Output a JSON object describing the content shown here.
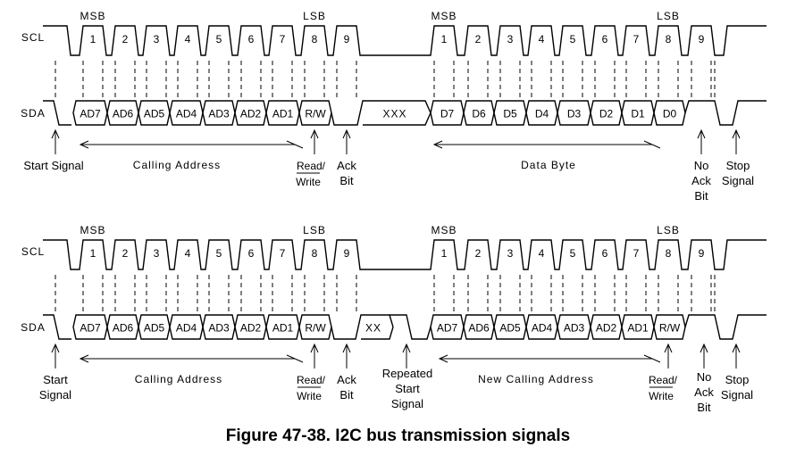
{
  "caption": "Figure 47-38. I2C bus transmission signals",
  "diagram_top": {
    "scl_label": "SCL",
    "sda_label": "SDA",
    "msb_left": "MSB",
    "lsb_left": "LSB",
    "msb_right": "MSB",
    "lsb_right": "LSB",
    "clock_numbers_first": [
      "1",
      "2",
      "3",
      "4",
      "5",
      "6",
      "7",
      "8",
      "9"
    ],
    "clock_numbers_second": [
      "1",
      "2",
      "3",
      "4",
      "5",
      "6",
      "7",
      "8",
      "9"
    ],
    "bits_first": [
      "AD7",
      "AD6",
      "AD5",
      "AD4",
      "AD3",
      "AD2",
      "AD1",
      "R/W"
    ],
    "gap_label": "XXX",
    "bits_second": [
      "D7",
      "D6",
      "D5",
      "D4",
      "D3",
      "D2",
      "D1",
      "D0"
    ],
    "start_label": "Start Signal",
    "calling_address": "Calling Address",
    "read_write_1": "Read/",
    "read_write_2": "Write",
    "ack_1": "Ack",
    "ack_2": "Bit",
    "data_byte": "Data Byte",
    "no_ack_1": "No",
    "no_ack_2": "Ack",
    "no_ack_3": "Bit",
    "stop_1": "Stop",
    "stop_2": "Signal"
  },
  "diagram_bottom": {
    "scl_label": "SCL",
    "sda_label": "SDA",
    "msb_left": "MSB",
    "lsb_left": "LSB",
    "msb_right": "MSB",
    "lsb_right": "LSB",
    "clock_numbers_first": [
      "1",
      "2",
      "3",
      "4",
      "5",
      "6",
      "7",
      "8",
      "9"
    ],
    "clock_numbers_second": [
      "1",
      "2",
      "3",
      "4",
      "5",
      "6",
      "7",
      "8",
      "9"
    ],
    "bits_first": [
      "AD7",
      "AD6",
      "AD5",
      "AD4",
      "AD3",
      "AD2",
      "AD1",
      "R/W"
    ],
    "gap_label": "XX",
    "bits_second": [
      "AD7",
      "AD6",
      "AD5",
      "AD4",
      "AD3",
      "AD2",
      "AD1",
      "R/W"
    ],
    "start_1": "Start",
    "start_2": "Signal",
    "calling_address": "Calling Address",
    "read_write_1": "Read/",
    "read_write_2": "Write",
    "ack_1": "Ack",
    "ack_2": "Bit",
    "repeated_1": "Repeated",
    "repeated_2": "Start",
    "repeated_3": "Signal",
    "new_calling_address": "New Calling Address",
    "read_write_b1": "Read/",
    "read_write_b2": "Write",
    "no_ack_1": "No",
    "no_ack_2": "Ack",
    "no_ack_3": "Bit",
    "stop_1": "Stop",
    "stop_2": "Signal"
  }
}
